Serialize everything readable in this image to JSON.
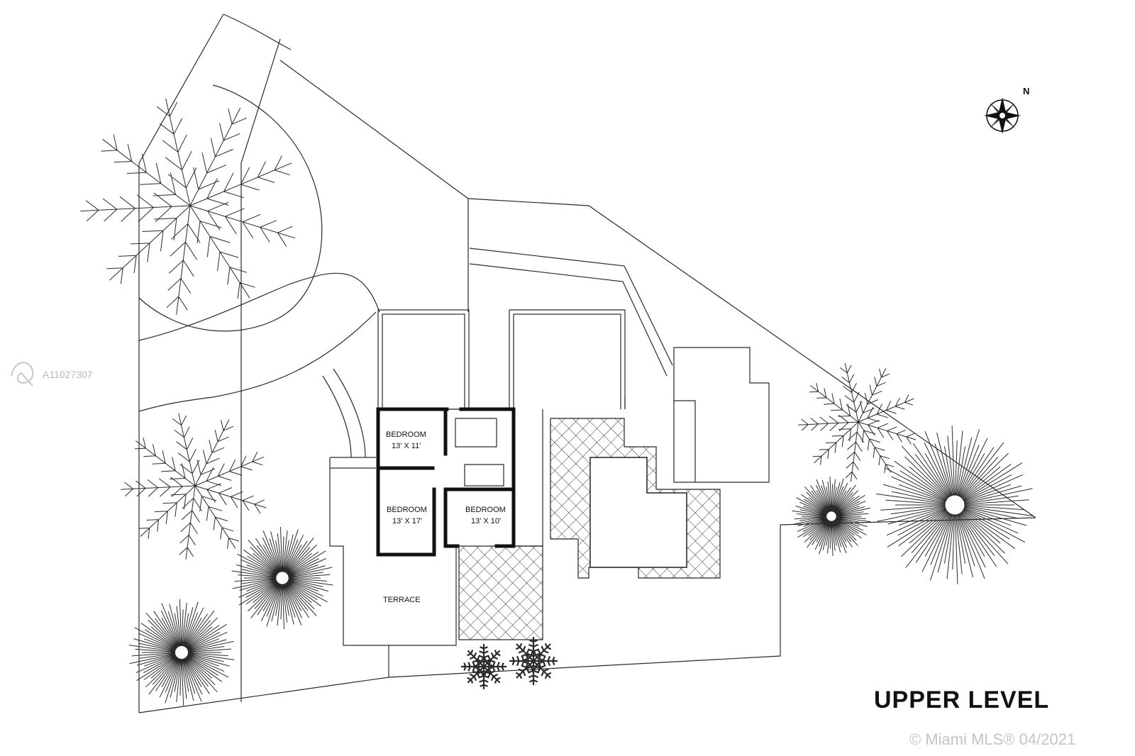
{
  "plan": {
    "title": "UPPER LEVEL",
    "compass_label": "N",
    "listing_id": "A11027307",
    "copyright": "© Miami MLS® 04/2021"
  },
  "rooms": [
    {
      "name": "BEDROOM",
      "size": "13' X 11'"
    },
    {
      "name": "BEDROOM",
      "size": "13' X 17'"
    },
    {
      "name": "BEDROOM",
      "size": "13' X 10'"
    },
    {
      "name": "TERRACE",
      "size": ""
    }
  ],
  "colors": {
    "line": "#2a2a2a",
    "wall": "#111111",
    "watermark": "#c4c4c4"
  }
}
